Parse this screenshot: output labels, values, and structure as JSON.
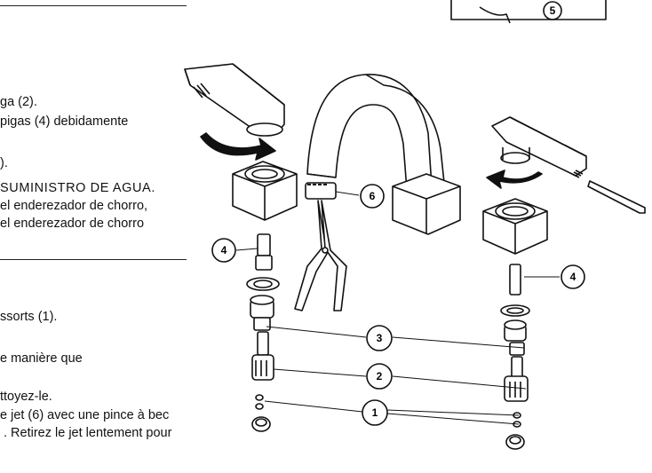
{
  "spanish_lines": [
    "ga (2).",
    "pigas (4) debidamente",
    ").",
    "SUMINISTRO DE AGUA.",
    "el enderezador de chorro,",
    "el enderezador de chorro"
  ],
  "french_lines": [
    "ssorts (1).",
    "e manière que",
    "ttoyez-le.",
    "e jet (6) avec une pince à bec",
    ". Retirez le jet lentement pour"
  ],
  "callouts": {
    "c1": "1",
    "c2": "2",
    "c3": "3",
    "c4_left": "4",
    "c4_right": "4",
    "c5": "5",
    "c6": "6"
  }
}
